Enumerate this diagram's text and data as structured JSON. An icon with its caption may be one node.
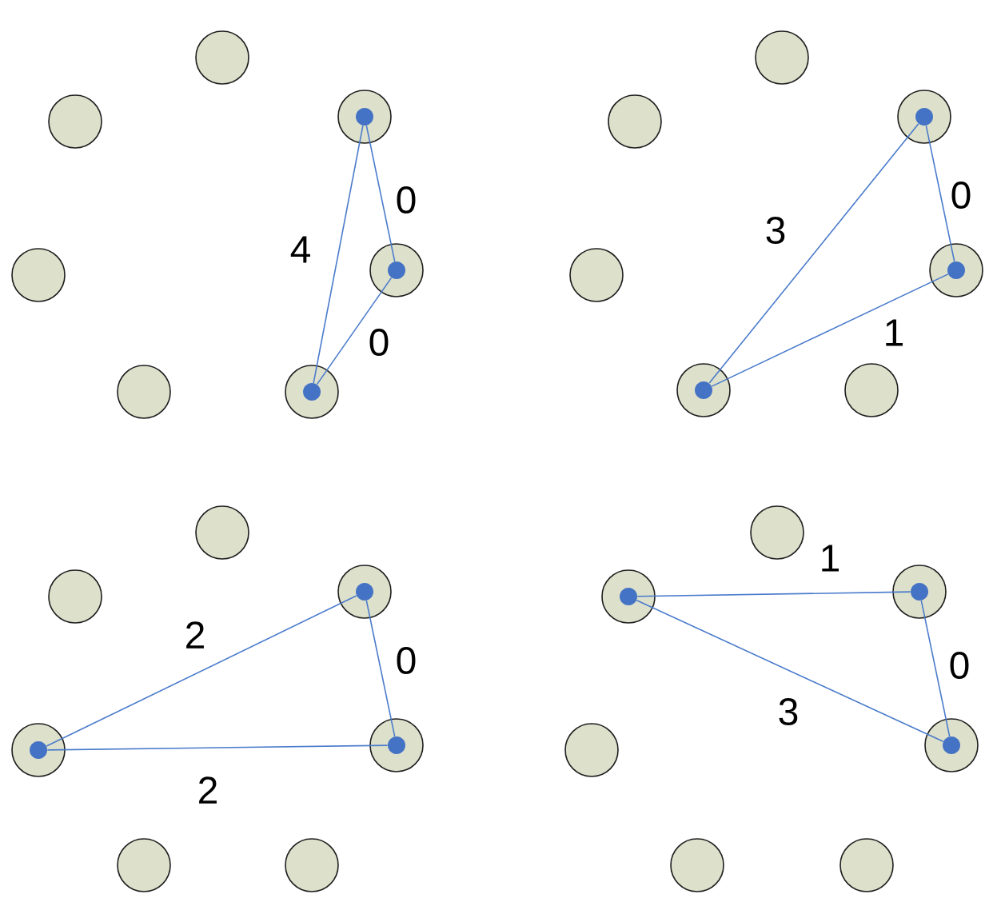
{
  "diagram": {
    "nodes": [
      {
        "text": [],
        "shape": "circle"
      },
      {
        "text": [],
        "shape": "circle"
      },
      {
        "text": [],
        "shape": "circle"
      },
      {
        "text": [],
        "shape": "dot",
        "in": 2
      },
      {
        "text": [],
        "shape": "circle"
      },
      {
        "text": [],
        "shape": "circle"
      },
      {
        "text": [],
        "shape": "dot",
        "in": 5
      },
      {
        "text": [],
        "shape": "circle"
      },
      {
        "text": [],
        "shape": "circle"
      },
      {
        "text": [],
        "shape": "dot",
        "in": 8
      },
      {
        "text": [],
        "shape": "circle"
      },
      {
        "text": [],
        "shape": "circle"
      },
      {
        "text": [],
        "shape": "circle"
      },
      {
        "text": [],
        "shape": "dot",
        "in": 12
      },
      {
        "text": [],
        "shape": "circle"
      },
      {
        "text": [],
        "shape": "circle"
      },
      {
        "text": [],
        "shape": "dot",
        "in": 15
      },
      {
        "text": [],
        "shape": "circle"
      },
      {
        "text": [],
        "shape": "dot",
        "in": 17
      },
      {
        "text": [],
        "shape": "circle"
      },
      {
        "text": [],
        "shape": "circle"
      },
      {
        "text": [],
        "shape": "circle"
      },
      {
        "text": [],
        "shape": "circle"
      },
      {
        "text": [],
        "shape": "dot",
        "in": 22
      },
      {
        "text": [],
        "shape": "circle"
      },
      {
        "text": [],
        "shape": "dot",
        "in": 24
      },
      {
        "text": [],
        "shape": "circle"
      },
      {
        "text": [],
        "shape": "dot",
        "in": 26
      },
      {
        "text": [],
        "shape": "circle"
      },
      {
        "text": [],
        "shape": "circle"
      },
      {
        "text": [],
        "shape": "circle"
      },
      {
        "text": [],
        "shape": "circle"
      },
      {
        "text": [],
        "shape": "dot",
        "in": 31
      },
      {
        "text": [],
        "shape": "circle"
      },
      {
        "text": [],
        "shape": "dot",
        "in": 33
      },
      {
        "text": [],
        "shape": "circle"
      },
      {
        "text": [],
        "shape": "circle"
      },
      {
        "text": [],
        "shape": "dot",
        "in": 36
      },
      {
        "text": [],
        "shape": "circle"
      },
      {
        "text": [],
        "shape": "circle"
      }
    ],
    "edges": [
      {
        "from": 3,
        "to": 6,
        "arrow": "none",
        "label": "0"
      },
      {
        "from": 3,
        "to": 9,
        "arrow": "none",
        "label": "4"
      },
      {
        "from": 6,
        "to": 9,
        "arrow": "none",
        "label": "0"
      },
      {
        "from": 13,
        "to": 16,
        "arrow": "none",
        "label": "0"
      },
      {
        "from": 13,
        "to": 18,
        "arrow": "none",
        "label": "3"
      },
      {
        "from": 16,
        "to": 18,
        "arrow": "none",
        "label": "1"
      },
      {
        "from": 23,
        "to": 25,
        "arrow": "none",
        "label": "2"
      },
      {
        "from": 23,
        "to": 27,
        "arrow": "none",
        "label": "0"
      },
      {
        "from": 25,
        "to": 27,
        "arrow": "none",
        "label": "2"
      },
      {
        "from": 32,
        "to": 34,
        "arrow": "none",
        "label": "1"
      },
      {
        "from": 34,
        "to": 37,
        "arrow": "none",
        "label": "0"
      },
      {
        "from": 32,
        "to": 37,
        "arrow": "none",
        "label": "3"
      }
    ]
  }
}
